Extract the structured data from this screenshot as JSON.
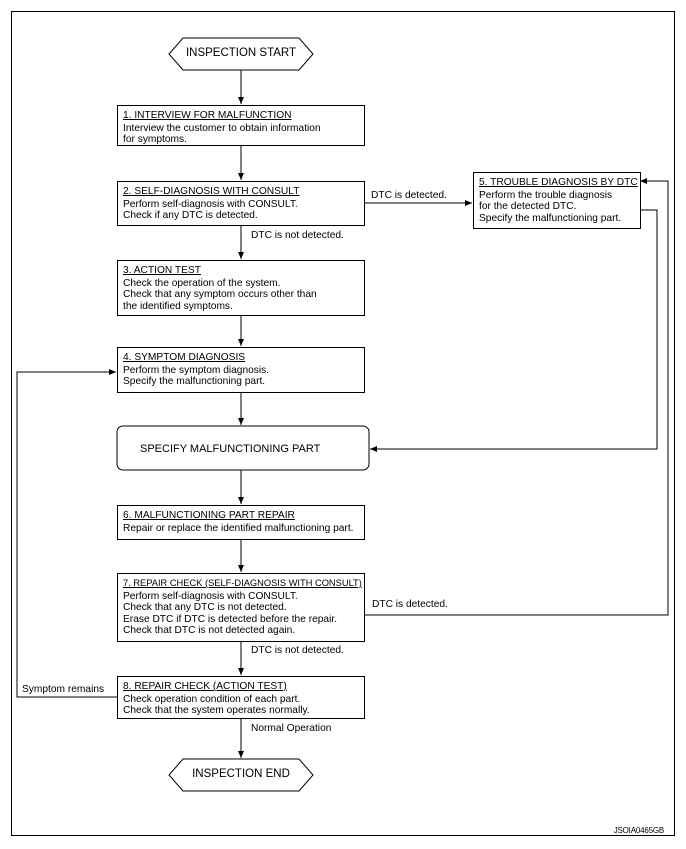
{
  "start": {
    "label": "INSPECTION START"
  },
  "end": {
    "label": "INSPECTION END"
  },
  "steps": [
    {
      "title": "1. INTERVIEW FOR MALFUNCTION",
      "lines": [
        "Interview the customer to obtain information",
        "for symptoms."
      ]
    },
    {
      "title": "2. SELF-DIAGNOSIS WITH CONSULT",
      "lines": [
        "Perform self-diagnosis with CONSULT.",
        "Check if any DTC is detected."
      ]
    },
    {
      "title": "3. ACTION TEST",
      "lines": [
        "Check the operation of the system.",
        "Check that any symptom occurs other than",
        "the identified symptoms."
      ]
    },
    {
      "title": "4. SYMPTOM DIAGNOSIS",
      "lines": [
        "Perform the symptom diagnosis.",
        "Specify the malfunctioning part."
      ]
    },
    {
      "title": "5. TROUBLE DIAGNOSIS BY DTC",
      "lines": [
        "Perform the trouble diagnosis",
        "for the detected DTC.",
        "Specify the malfunctioning part."
      ]
    },
    {
      "title": "6. MALFUNCTIONING PART REPAIR",
      "lines": [
        "Repair or replace the identified malfunctioning part."
      ]
    },
    {
      "title": "7. REPAIR CHECK (SELF-DIAGNOSIS WITH CONSULT)",
      "lines": [
        "Perform self-diagnosis with CONSULT.",
        "Check that any DTC is not detected.",
        "Erase DTC if DTC is detected before the repair.",
        "Check that DTC is not detected again."
      ]
    },
    {
      "title": "8. REPAIR CHECK (ACTION TEST)",
      "lines": [
        "Check operation condition of each part.",
        "Check that the system operates normally."
      ]
    }
  ],
  "specify_box": {
    "label": "SPECIFY MALFUNCTIONING PART"
  },
  "edge_labels": {
    "dtc_detected_2": "DTC is detected.",
    "dtc_not_detected_2": "DTC is not detected.",
    "dtc_detected_7": "DTC is detected.",
    "dtc_not_detected_7": "DTC is not detected.",
    "symptom_remains": "Symptom remains",
    "normal_operation": "Normal Operation"
  },
  "figure_code": "JSOIA0465GB"
}
